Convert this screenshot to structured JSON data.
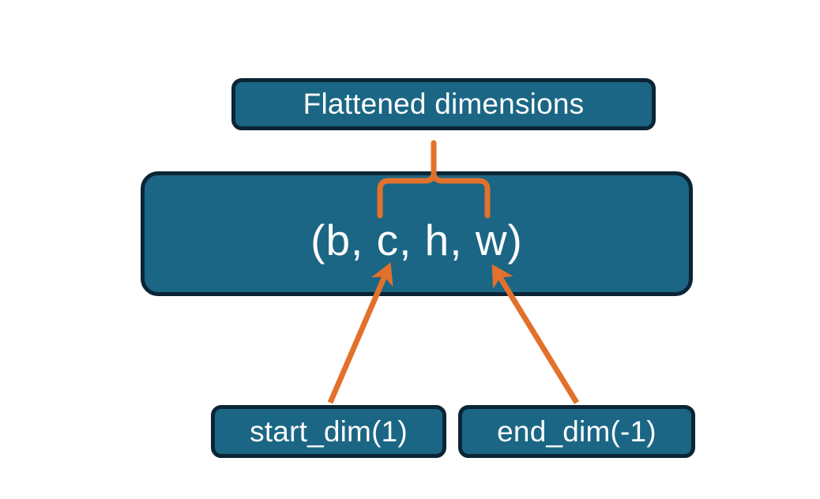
{
  "diagram": {
    "title_node": {
      "label": "Flattened dimensions",
      "name": "flattened-dimensions-box"
    },
    "shape_node": {
      "label": "(b, c, h, w)",
      "dims": [
        "b",
        "c",
        "h",
        "w"
      ],
      "name": "shape-tuple-box"
    },
    "start_node": {
      "label": "start_dim(1)",
      "name": "start-dim-box"
    },
    "end_node": {
      "label": "end_dim(-1)",
      "name": "end-dim-box"
    },
    "connectors": {
      "brace": {
        "name": "flattened-range-brace",
        "spans_dims": [
          "c",
          "h",
          "w"
        ],
        "points_to": "Flattened dimensions"
      },
      "arrow_start": {
        "name": "start-dim-arrow",
        "from": "start_dim(1)",
        "to": "c"
      },
      "arrow_end": {
        "name": "end-dim-arrow",
        "from": "end_dim(-1)",
        "to": "w"
      }
    },
    "colors": {
      "node_fill": "#1b6684",
      "node_border": "#0b2535",
      "node_text": "#fdfdfd",
      "connector": "#e2712b",
      "background": "#ffffff"
    }
  }
}
